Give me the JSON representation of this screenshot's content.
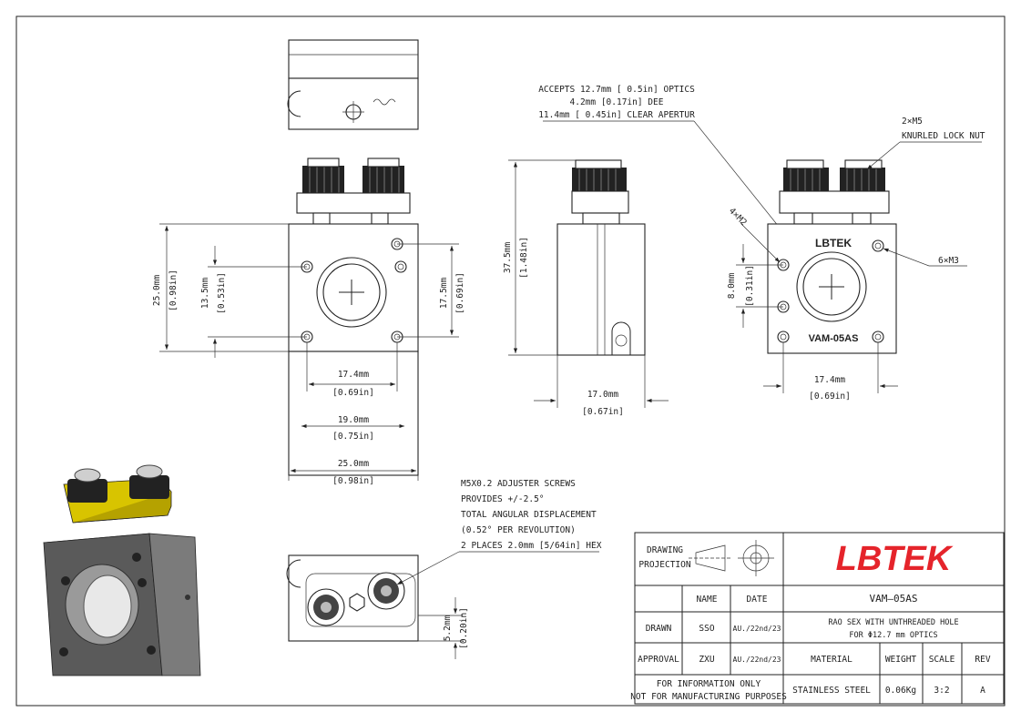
{
  "colors": {
    "brand": "#e5242b",
    "line": "#222222",
    "nut": "#222222",
    "yellow": "#d8c400"
  },
  "front_view": {
    "dim_height": "25.0mm",
    "dim_height_in": "[0.98in]",
    "dim_holes": "13.5mm",
    "dim_holes_in": "[0.53in]",
    "dim_right": "17.5mm",
    "dim_right_in": "[0.69in]",
    "dim_w1": "17.4mm",
    "dim_w1_in": "[0.69in]",
    "dim_w2": "19.0mm",
    "dim_w2_in": "[0.75in]",
    "dim_w3": "25.0mm",
    "dim_w3_in": "[0.98in]"
  },
  "side_view": {
    "dim_height": "37.5mm",
    "dim_height_in": "[1.48in]",
    "dim_width": "17.0mm",
    "dim_width_in": "[0.67in]"
  },
  "back_view": {
    "brand_text": "LBTEK",
    "model_text": "VAM-05AS",
    "dim_holes": "8.0mm",
    "dim_holes_in": "[0.31in]",
    "dim_width": "17.4mm",
    "dim_width_in": "[0.69in]",
    "label_m2": "4×M2",
    "label_m3": "6×M3",
    "label_m5_line1": "2×M5",
    "label_m5_line2": "KNURLED LOCK NUT"
  },
  "optics_note": {
    "line1": "ACCEPTS 12.7mm [ 0.5in] OPTICS",
    "line2": "4.2mm [0.17in] DEE",
    "line3": "11.4mm [ 0.45in] CLEAR APERTUR"
  },
  "adjuster_note": {
    "line1": "M5X0.2  ADJUSTER SCREWS",
    "line2": "PROVIDES +/-2.5°",
    "line3": "TOTAL ANGULAR DISPLACEMENT",
    "line4": "(0.52°  PER REVOLUTION)",
    "line5": "2 PLACES 2.0mm [5/64in] HEX"
  },
  "bottom_view": {
    "dim": "5.2mm",
    "dim_in": "[0.20in]"
  },
  "title_block": {
    "drawing_projection_l1": "DRAWING",
    "drawing_projection_l2": "PROJECTION",
    "logo": "LBTEK",
    "col_name": "NAME",
    "col_date": "DATE",
    "part_no": "VAM—05AS",
    "drawn_label": "DRAWN",
    "drawn_name": "SSO",
    "drawn_date": "AU./22nd/23",
    "desc_l1": "RAO SEX WITH UNTHREADED HOLE",
    "desc_l2": "FOR Φ12.7 mm OPTICS",
    "approval_label": "APPROVAL",
    "approval_name": "ZXU",
    "approval_date": "AU./22nd/23",
    "material_label": "MATERIAL",
    "weight_label": "WEIGHT",
    "scale_label": "SCALE",
    "rev_label": "REV",
    "info_l1": "FOR INFORMATION ONLY",
    "info_l2": "NOT FOR MANUFACTURING PURPOSES",
    "material": "STAINLESS STEEL",
    "weight": "0.06Kg",
    "scale": "3:2",
    "rev": "A"
  }
}
